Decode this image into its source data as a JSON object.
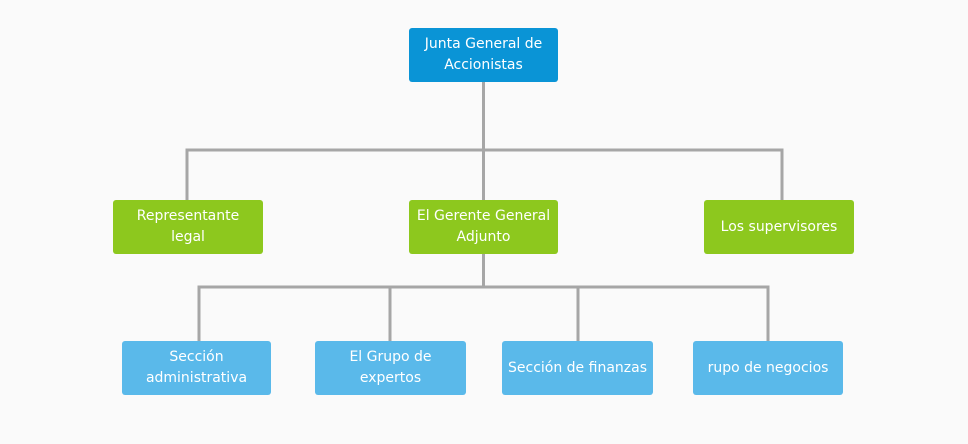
{
  "org_chart": {
    "root": {
      "line1": "Junta General de",
      "line2": "Accionistas"
    },
    "level2": {
      "legal": "Representante legal",
      "gerente_line1": "El Gerente General",
      "gerente_line2": "Adjunto",
      "supervisores": "Los supervisores"
    },
    "level3": {
      "admin_line1": "Sección",
      "admin_line2": "administrativa",
      "expertos": "El Grupo de expertos",
      "finanzas": "Sección de finanzas",
      "negocios": "rupo de negocios"
    }
  },
  "colors": {
    "root": "#0a94d6",
    "level2": "#8dc81e",
    "level3": "#5ab9ea",
    "connector": "#a6a6a6",
    "background": "#fafafa"
  }
}
